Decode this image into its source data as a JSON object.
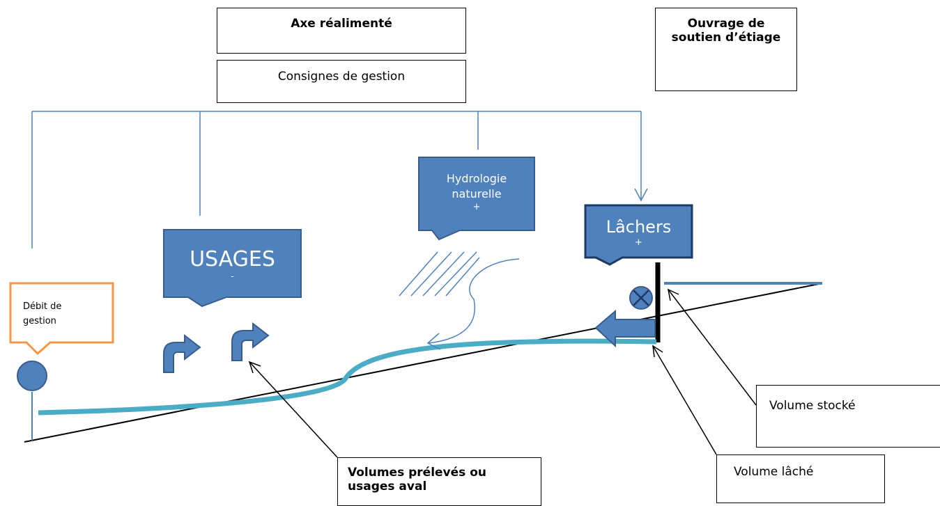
{
  "boxes": {
    "axe_title": "Axe réalimenté",
    "consignes": "Consignes de gestion",
    "ouvrage_title": "Ouvrage de soutien d’étiage",
    "volume_stocke": "Volume stocké",
    "volume_lache": "Volume lâché",
    "volumes_preleves": "Volumes prélevés ou usages aval"
  },
  "callouts": {
    "hydrologie": {
      "label": "Hydrologie naturelle",
      "sign": "+"
    },
    "lachers": {
      "label": "Lâchers",
      "sign": "+"
    },
    "usages": {
      "label": "USAGES",
      "sign": "-"
    },
    "debit": {
      "label": "Débit de gestion"
    }
  },
  "colors": {
    "callout_fill": "#4f81bd",
    "callout_border": "#385d8a",
    "line_blue": "#4f81bd",
    "river": "#4bacc6",
    "debit_border": "#f79646"
  }
}
